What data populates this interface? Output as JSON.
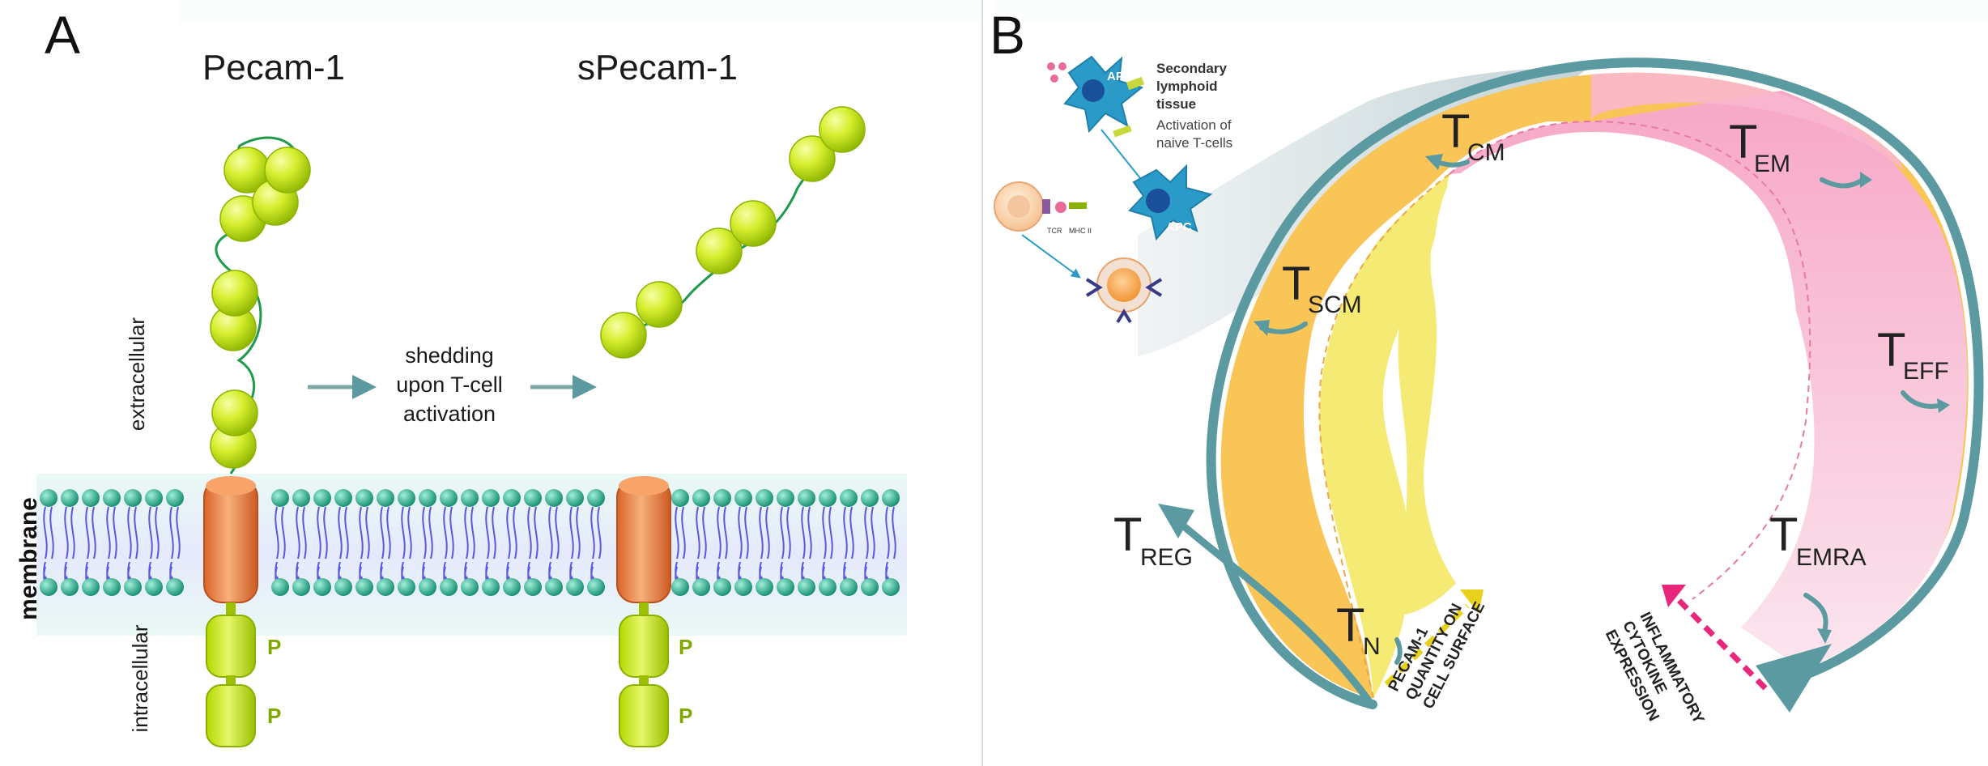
{
  "panel_a": {
    "letter": "A",
    "title_left": "Pecam-1",
    "title_right": "sPecam-1",
    "label_extracellular": "extracellular",
    "label_membrane": "membrane",
    "label_intracellular": "intracellular",
    "shedding": [
      "shedding",
      "upon T-cell",
      "activation"
    ],
    "phospho": "P"
  },
  "panel_b": {
    "letter": "B",
    "inset": {
      "secondary": [
        "Secondary",
        "lymphoid",
        "tissue"
      ],
      "activation": [
        "Activation of",
        "naive T-cells"
      ],
      "apc": "APC",
      "tcr": "TCR",
      "mhc": "MHC II"
    },
    "subsets": {
      "tcm": {
        "main": "T",
        "sub": "CM"
      },
      "tem": {
        "main": "T",
        "sub": "EM"
      },
      "tscm": {
        "main": "T",
        "sub": "SCM"
      },
      "teff": {
        "main": "T",
        "sub": "EFF"
      },
      "treg": {
        "main": "T",
        "sub": "REG"
      },
      "temra": {
        "main": "T",
        "sub": "EMRA"
      },
      "tn": {
        "main": "T",
        "sub": "N"
      }
    },
    "pecam_label": [
      "PECAM-1",
      "QUANTITY ON",
      "CELL SURFACE"
    ],
    "cytokine_label": [
      "INFLAMMATORY",
      "CYTOKINE",
      "EXPRESSION"
    ]
  },
  "colors": {
    "teal": "#5a9aa0",
    "orange": "#f0a04a",
    "yellow_green": "#c8e21a",
    "pink": "#f6a9c6",
    "cytokine_arrow": "#e8277a",
    "pecam_arrow": "#e8d11c"
  }
}
